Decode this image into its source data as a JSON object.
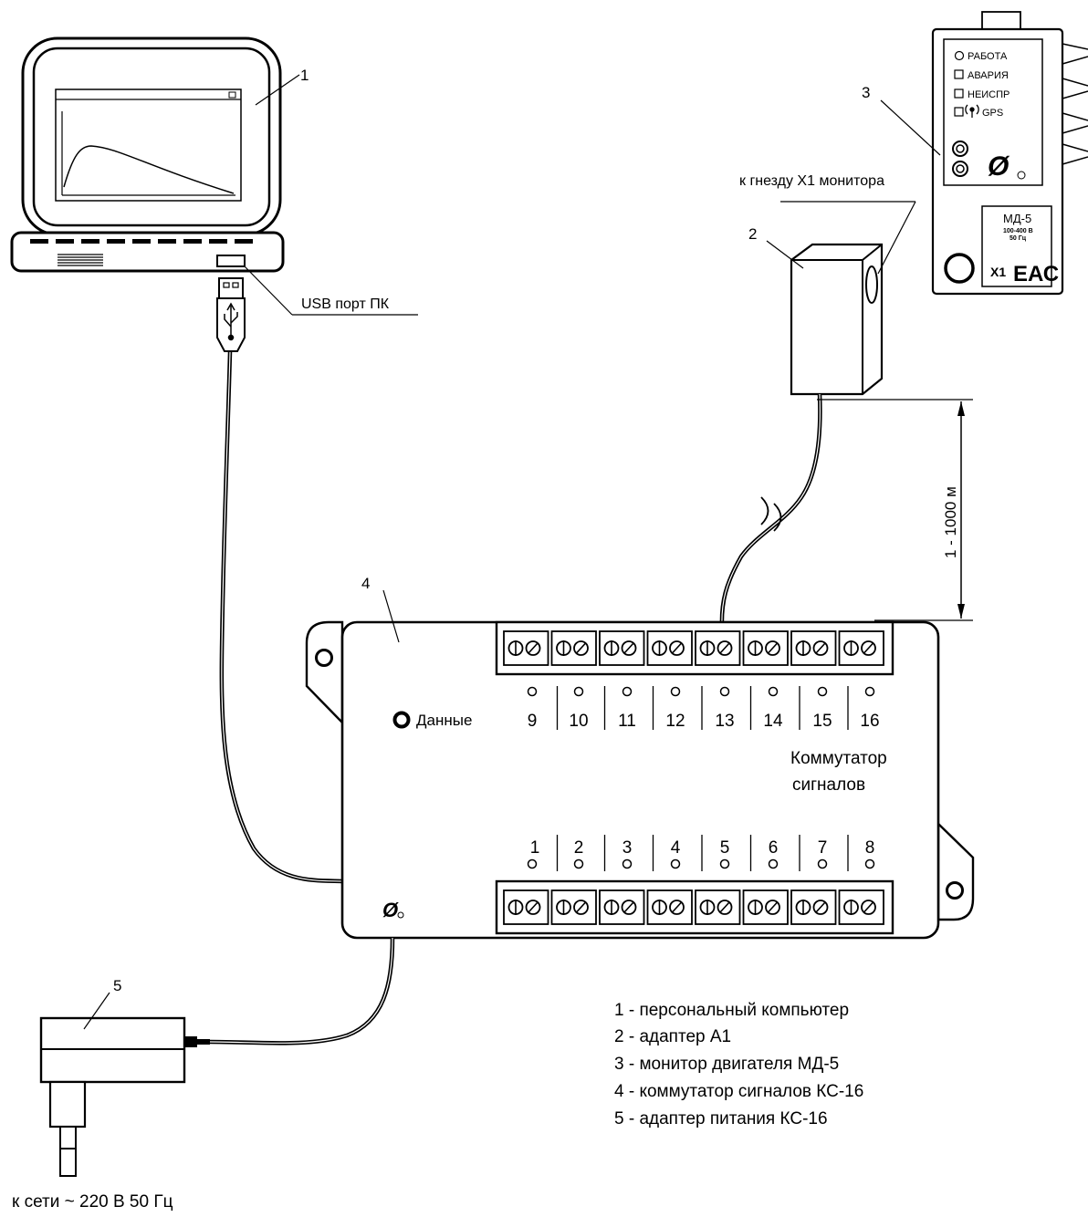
{
  "callouts": {
    "pc": "1",
    "adapter_a1": "2",
    "monitor": "3",
    "switch": "4",
    "power_adapter": "5"
  },
  "labels": {
    "usb_port": "USB порт ПК",
    "monitor_socket": "к гнезду X1 монитора",
    "cable_length": "1 - 1000 м",
    "mains": "к сети  ~ 220 В 50 Гц"
  },
  "monitor": {
    "indicators": [
      "РАБОТА",
      "АВАРИЯ",
      "НЕИСПР",
      "GPS"
    ],
    "model": "МД-5",
    "rating_voltage": "100-400 В",
    "rating_freq": "50 Гц",
    "socket": "X1",
    "cert_mark": "ЕАС"
  },
  "switch": {
    "data_led": "Данные",
    "title_line1": "Коммутатор",
    "title_line2": "сигналов",
    "top_channels": [
      "9",
      "10",
      "11",
      "12",
      "13",
      "14",
      "15",
      "16"
    ],
    "bottom_channels": [
      "1",
      "2",
      "3",
      "4",
      "5",
      "6",
      "7",
      "8"
    ]
  },
  "legend": [
    "1 - персональный компьютер",
    "2 - адаптер А1",
    "3 - монитор двигателя МД-5",
    "4 - коммутатор сигналов КС-16",
    "5 - адаптер питания КС-16"
  ]
}
